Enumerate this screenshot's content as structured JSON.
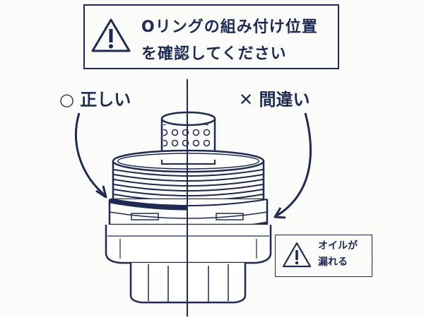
{
  "header": {
    "line1": "Oリングの組み付け位置",
    "line2": "を確認してください"
  },
  "labels": {
    "correct": "○ 正しい",
    "wrong": "✕ 間違い"
  },
  "note": {
    "line1": "オイルが",
    "line2": "漏れる"
  },
  "icons": {
    "header_icon": "warning-triangle-icon",
    "note_icon": "warning-triangle-icon"
  },
  "colors": {
    "ink": "#1d2a55",
    "paper": "#fbfbf9"
  }
}
